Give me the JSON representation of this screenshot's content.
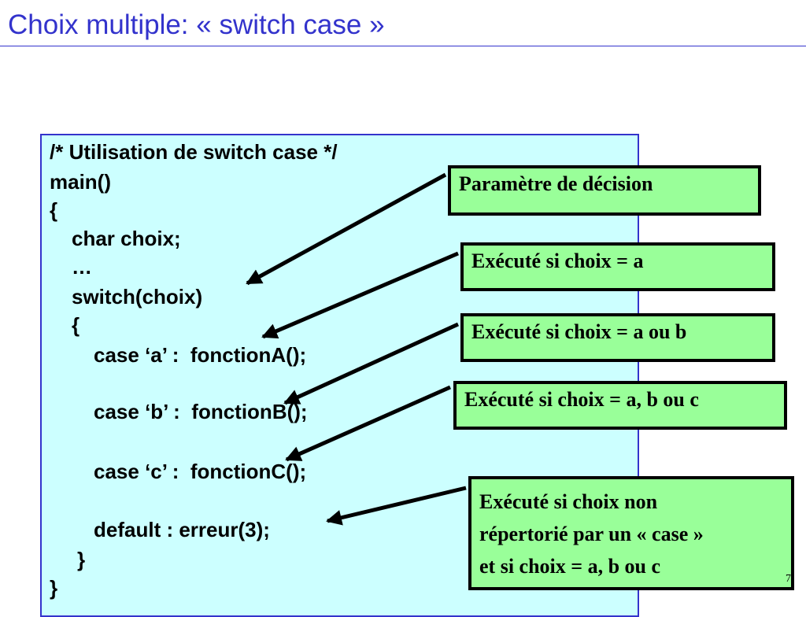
{
  "slide": {
    "title": "Choix multiple: « switch case »",
    "page_number": "7"
  },
  "code": {
    "lines": [
      "/* Utilisation de switch case */",
      "main()",
      "{",
      "char choix;",
      "…",
      "switch(choix)",
      "{",
      "case ‘a’ :  fonctionA();",
      "case ‘b’ :  fonctionB();",
      "case ‘c’ :  fonctionC();",
      "default : erreur(3);",
      "}",
      "}"
    ]
  },
  "callouts": {
    "param": "Paramètre de décision",
    "case_a": "Exécuté si choix = a",
    "case_b": "Exécuté si choix = a ou b",
    "case_c": "Exécuté si choix = a, b ou c",
    "default_lines": [
      "Exécuté si choix non",
      "répertorié par un « case »",
      "et si choix = a, b ou c"
    ]
  },
  "colors": {
    "title": "#3333cc",
    "code_background": "#ccffff",
    "callout_background": "#99ff99"
  }
}
